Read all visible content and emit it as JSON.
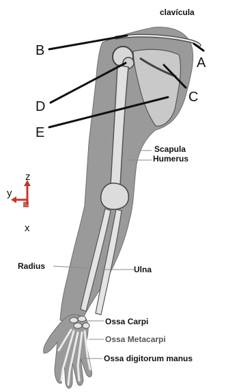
{
  "labels": {
    "clavicula": "clavícula",
    "scapula": "Scapula",
    "humerus": "Humerus",
    "radius": "Radius",
    "ulna": "Ulna",
    "ossa_carpi": "Ossa Carpi",
    "ossa_metacarpi": "Ossa Metacarpi",
    "ossa_digitorum": "Ossa digitorum manus"
  },
  "markers": {
    "a": "A",
    "b": "B",
    "c": "C",
    "d": "D",
    "e": "E"
  },
  "axes": {
    "z": "z",
    "y": "y",
    "x": "x",
    "arrow_color": "#c0392b"
  },
  "colors": {
    "skin": "#9a9a9a",
    "bone": "#e6e6e6",
    "bone_shadow": "#777777"
  }
}
